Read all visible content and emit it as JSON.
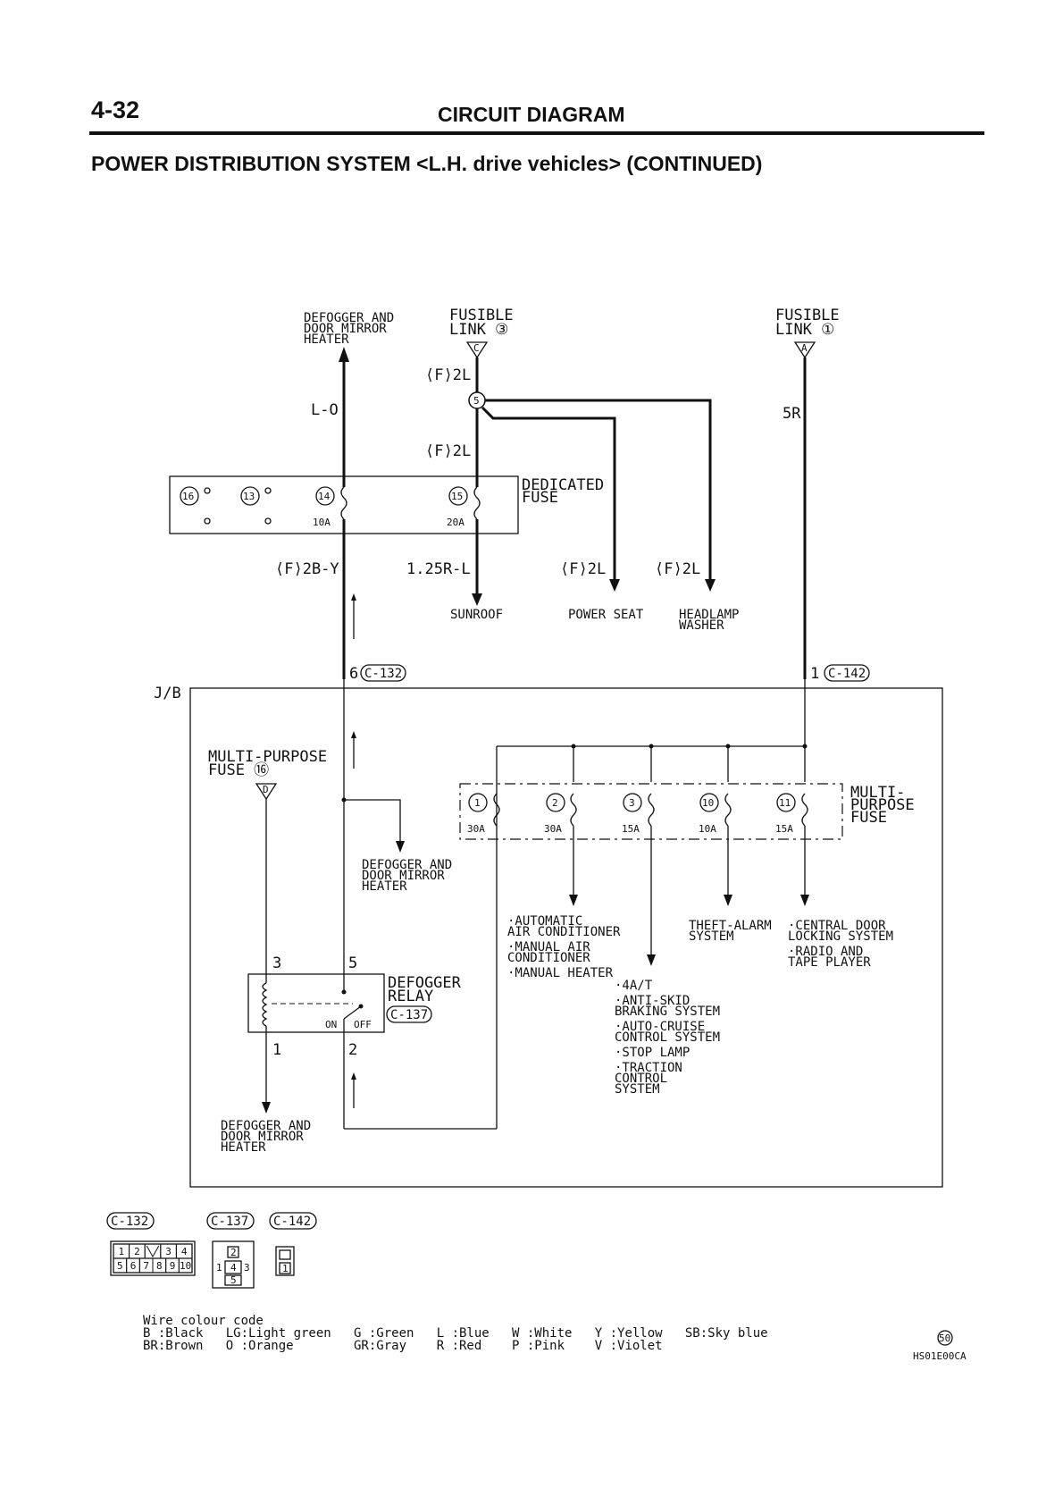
{
  "header": {
    "page_number": "4-32",
    "section_title": "CIRCUIT DIAGRAM",
    "subtitle": "POWER DISTRIBUTION SYSTEM <L.H. drive vehicles> (CONTINUED)"
  },
  "top_labels": {
    "defogger_top": [
      "DEFOGGER AND",
      "DOOR MIRROR",
      "HEATER"
    ],
    "fusible_link_3": [
      "FUSIBLE",
      "LINK ③"
    ],
    "fusible_link_1": [
      "FUSIBLE",
      "LINK ①"
    ],
    "terminal_c": "C",
    "terminal_a": "A",
    "wire_f2l_top": "⟨F⟩2L",
    "wire_f2l_mid": "⟨F⟩2L",
    "wire_lo": "L-O",
    "wire_5r": "5R",
    "junction_5": "5"
  },
  "dedicated_fuse": {
    "title": [
      "DEDICATED",
      "FUSE"
    ],
    "fuses": [
      {
        "number": "16",
        "rating": ""
      },
      {
        "number": "13",
        "rating": ""
      },
      {
        "number": "14",
        "rating": "10A"
      },
      {
        "number": "15",
        "rating": "20A"
      }
    ]
  },
  "mid_wires": {
    "wire_f2by": "⟨F⟩2B-Y",
    "wire_125rl": "1.25R-L",
    "wire_f2l_power_seat": "⟨F⟩2L",
    "wire_f2l_headlamp": "⟨F⟩2L"
  },
  "destinations": {
    "sunroof": "SUNROOF",
    "power_seat": "POWER SEAT",
    "headlamp_washer": [
      "HEADLAMP",
      "WASHER"
    ]
  },
  "connectors": {
    "c132_pin": "6",
    "c132": "C-132",
    "c142_pin": "1",
    "c142": "C-142",
    "c137": "C-137"
  },
  "junction_block": {
    "label": "J/B",
    "multi_purpose_fuse_16": [
      "MULTI-PURPOSE",
      "FUSE ⑯"
    ],
    "terminal_d": "D",
    "defogger_mid": [
      "DEFOGGER AND",
      "DOOR MIRROR",
      "HEATER"
    ],
    "defogger_bottom": [
      "DEFOGGER AND",
      "DOOR MIRROR",
      "HEATER"
    ],
    "relay_title": [
      "DEFOGGER",
      "RELAY"
    ],
    "relay_pins": {
      "p3": "3",
      "p5": "5",
      "p1": "1",
      "p2": "2"
    },
    "relay_on": "ON",
    "relay_off": "OFF"
  },
  "multi_purpose_fuse": {
    "title": [
      "MULTI-",
      "PURPOSE",
      "FUSE"
    ],
    "fuses": [
      {
        "number": "1",
        "rating": "30A"
      },
      {
        "number": "2",
        "rating": "30A"
      },
      {
        "number": "3",
        "rating": "15A"
      },
      {
        "number": "10",
        "rating": "10A"
      },
      {
        "number": "11",
        "rating": "15A"
      }
    ]
  },
  "loads": {
    "group_fuse2": [
      "·AUTOMATIC",
      " AIR CONDITIONER",
      "·MANUAL AIR",
      " CONDITIONER",
      "·MANUAL HEATER"
    ],
    "group_fuse3": [
      "·4A/T",
      "·ANTI-SKID",
      " BRAKING SYSTEM",
      "·AUTO-CRUISE",
      " CONTROL SYSTEM",
      "·STOP LAMP",
      "·TRACTION",
      " CONTROL",
      " SYSTEM"
    ],
    "theft_alarm": [
      "THEFT-ALARM",
      "SYSTEM"
    ],
    "group_fuse11": [
      "·CENTRAL DOOR",
      " LOCKING SYSTEM",
      "·RADIO AND",
      " TAPE PLAYER"
    ]
  },
  "connector_views": {
    "c132": {
      "label": "C-132",
      "top_pins": [
        "1",
        "2",
        "",
        "3",
        "4"
      ],
      "bottom_pins": [
        "5",
        "6",
        "7",
        "8",
        "9",
        "10"
      ]
    },
    "c137": {
      "label": "C-137",
      "pins": [
        "1",
        "2",
        "3",
        "4",
        "5"
      ]
    },
    "c142": {
      "label": "C-142",
      "pins": [
        "1"
      ]
    }
  },
  "wire_colour_code": {
    "title": "Wire colour code",
    "line1": "B :Black   LG:Light green   G :Green   L :Blue   W :White   Y :Yellow   SB:Sky blue",
    "line2": "BR:Brown   O :Orange        GR:Gray    R :Red    P :Pink    V :Violet"
  },
  "footer": {
    "page_circle": "50",
    "code": "HS01E00CA"
  }
}
